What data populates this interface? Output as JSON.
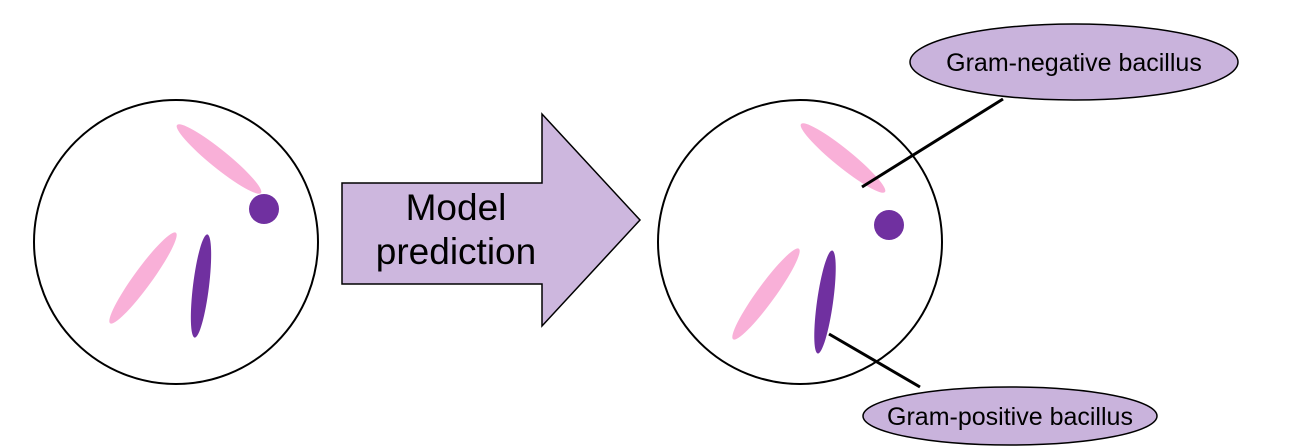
{
  "arrow": {
    "line1": "Model",
    "line2": "prediction"
  },
  "callouts": {
    "gram_negative": "Gram-negative bacillus",
    "gram_positive": "Gram-positive bacillus"
  },
  "colors": {
    "pink_bacillus": "#f9b0d8",
    "purple_cell": "#7030a0",
    "callout_fill": "#c9b3dc",
    "arrow_fill": "#cdb7de",
    "outline": "#000000"
  }
}
